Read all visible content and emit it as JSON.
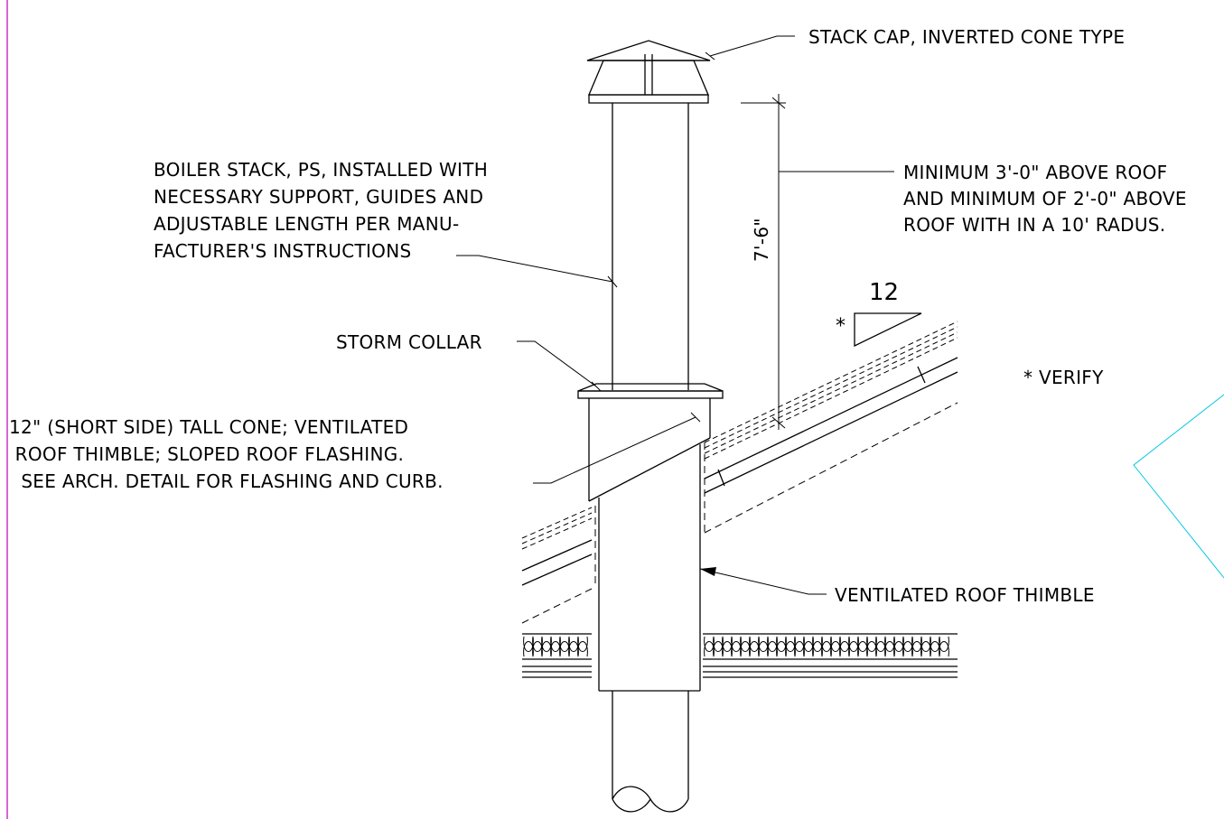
{
  "labels": {
    "stack_cap": "STACK CAP, INVERTED CONE TYPE",
    "boiler_stack": [
      "BOILER STACK, PS, INSTALLED WITH",
      "NECESSARY SUPPORT, GUIDES AND",
      "ADJUSTABLE LENGTH PER MANU-",
      "FACTURER'S INSTRUCTIONS"
    ],
    "minimum_note": [
      "MINIMUM 3'-0\" ABOVE ROOF",
      "AND MINIMUM OF 2'-0\" ABOVE",
      "ROOF WITH IN A 10' RADUS."
    ],
    "dimension": "7'-6\"",
    "slope_value": "12",
    "slope_asterisk": "*",
    "verify_note": "* VERIFY",
    "storm_collar": "STORM COLLAR",
    "cone_note": [
      "12\" (SHORT SIDE) TALL CONE; VENTILATED",
      " ROOF THIMBLE; SLOPED ROOF FLASHING.",
      "  SEE ARCH. DETAIL FOR FLASHING AND CURB."
    ],
    "thimble": "VENTILATED ROOF THIMBLE"
  },
  "colors": {
    "line": "#000000",
    "left_border": "#cc33cc",
    "cyan_outline": "#00c8e0"
  }
}
